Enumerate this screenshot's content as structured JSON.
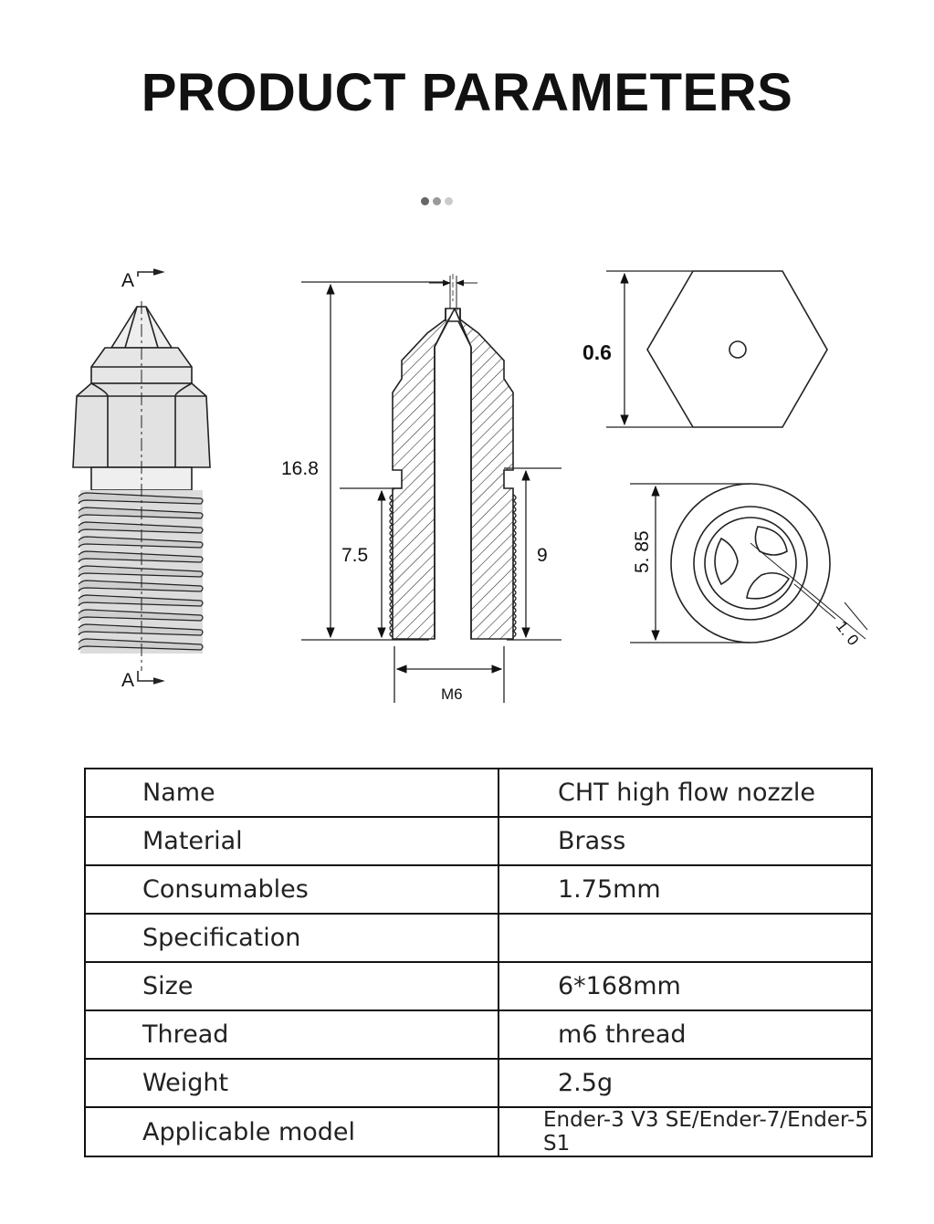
{
  "title": "PRODUCT PARAMETERS",
  "pager": {
    "dot_colors": [
      "#666666",
      "#9a9a9a",
      "#cccccc"
    ]
  },
  "drawing": {
    "section_label_top": "A",
    "section_label_bottom": "A",
    "dim_total_height": "16.8",
    "dim_thread_inner": "7.5",
    "dim_thread_outer": "9",
    "dim_thread_size": "M6",
    "dim_nozzle_bore": "0.6",
    "dim_outer_diameter": "5. 85",
    "dim_wall": "1. 0"
  },
  "table": {
    "rows": [
      {
        "key": "Name",
        "value": "CHT high flow nozzle"
      },
      {
        "key": "Material",
        "value": "Brass"
      },
      {
        "key": "Consumables",
        "value": "1.75mm"
      },
      {
        "key": "Specification",
        "value": ""
      },
      {
        "key": "Size",
        "value": "6*168mm"
      },
      {
        "key": "Thread",
        "value": "m6 thread"
      },
      {
        "key": "Weight",
        "value": "2.5g"
      },
      {
        "key": "Applicable model",
        "value": "Ender-3 V3 SE/Ender-7/Ender-5 S1"
      }
    ]
  }
}
